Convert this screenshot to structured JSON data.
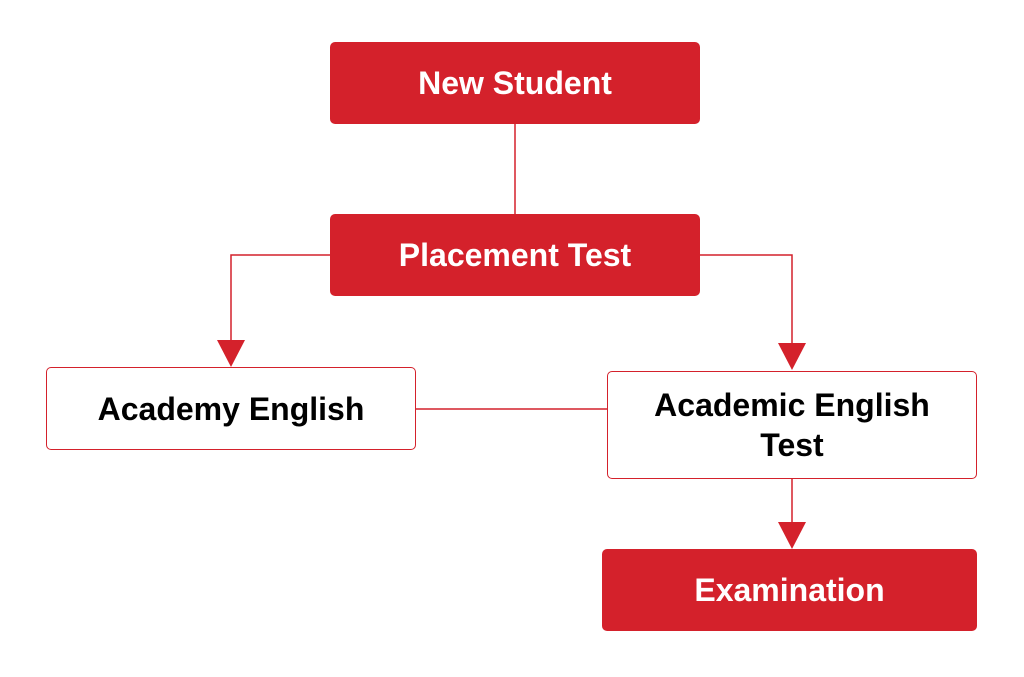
{
  "colors": {
    "accent": "#d4212b",
    "filled_text": "#ffffff",
    "outline_text": "#000000",
    "background": "#ffffff"
  },
  "nodes": {
    "new_student": "New Student",
    "placement_test": "Placement Test",
    "academy_english": "Academy English",
    "academic_english_test": "Academic English Test",
    "examination": "Examination"
  },
  "edges": [
    {
      "from": "New Student",
      "to": "Placement Test",
      "arrow": false
    },
    {
      "from": "Placement Test",
      "to": "Academy English",
      "arrow": true
    },
    {
      "from": "Placement Test",
      "to": "Academic English Test",
      "arrow": true
    },
    {
      "from": "Academy English",
      "to": "Academic English Test",
      "arrow": false
    },
    {
      "from": "Academic English Test",
      "to": "Examination",
      "arrow": true
    }
  ]
}
